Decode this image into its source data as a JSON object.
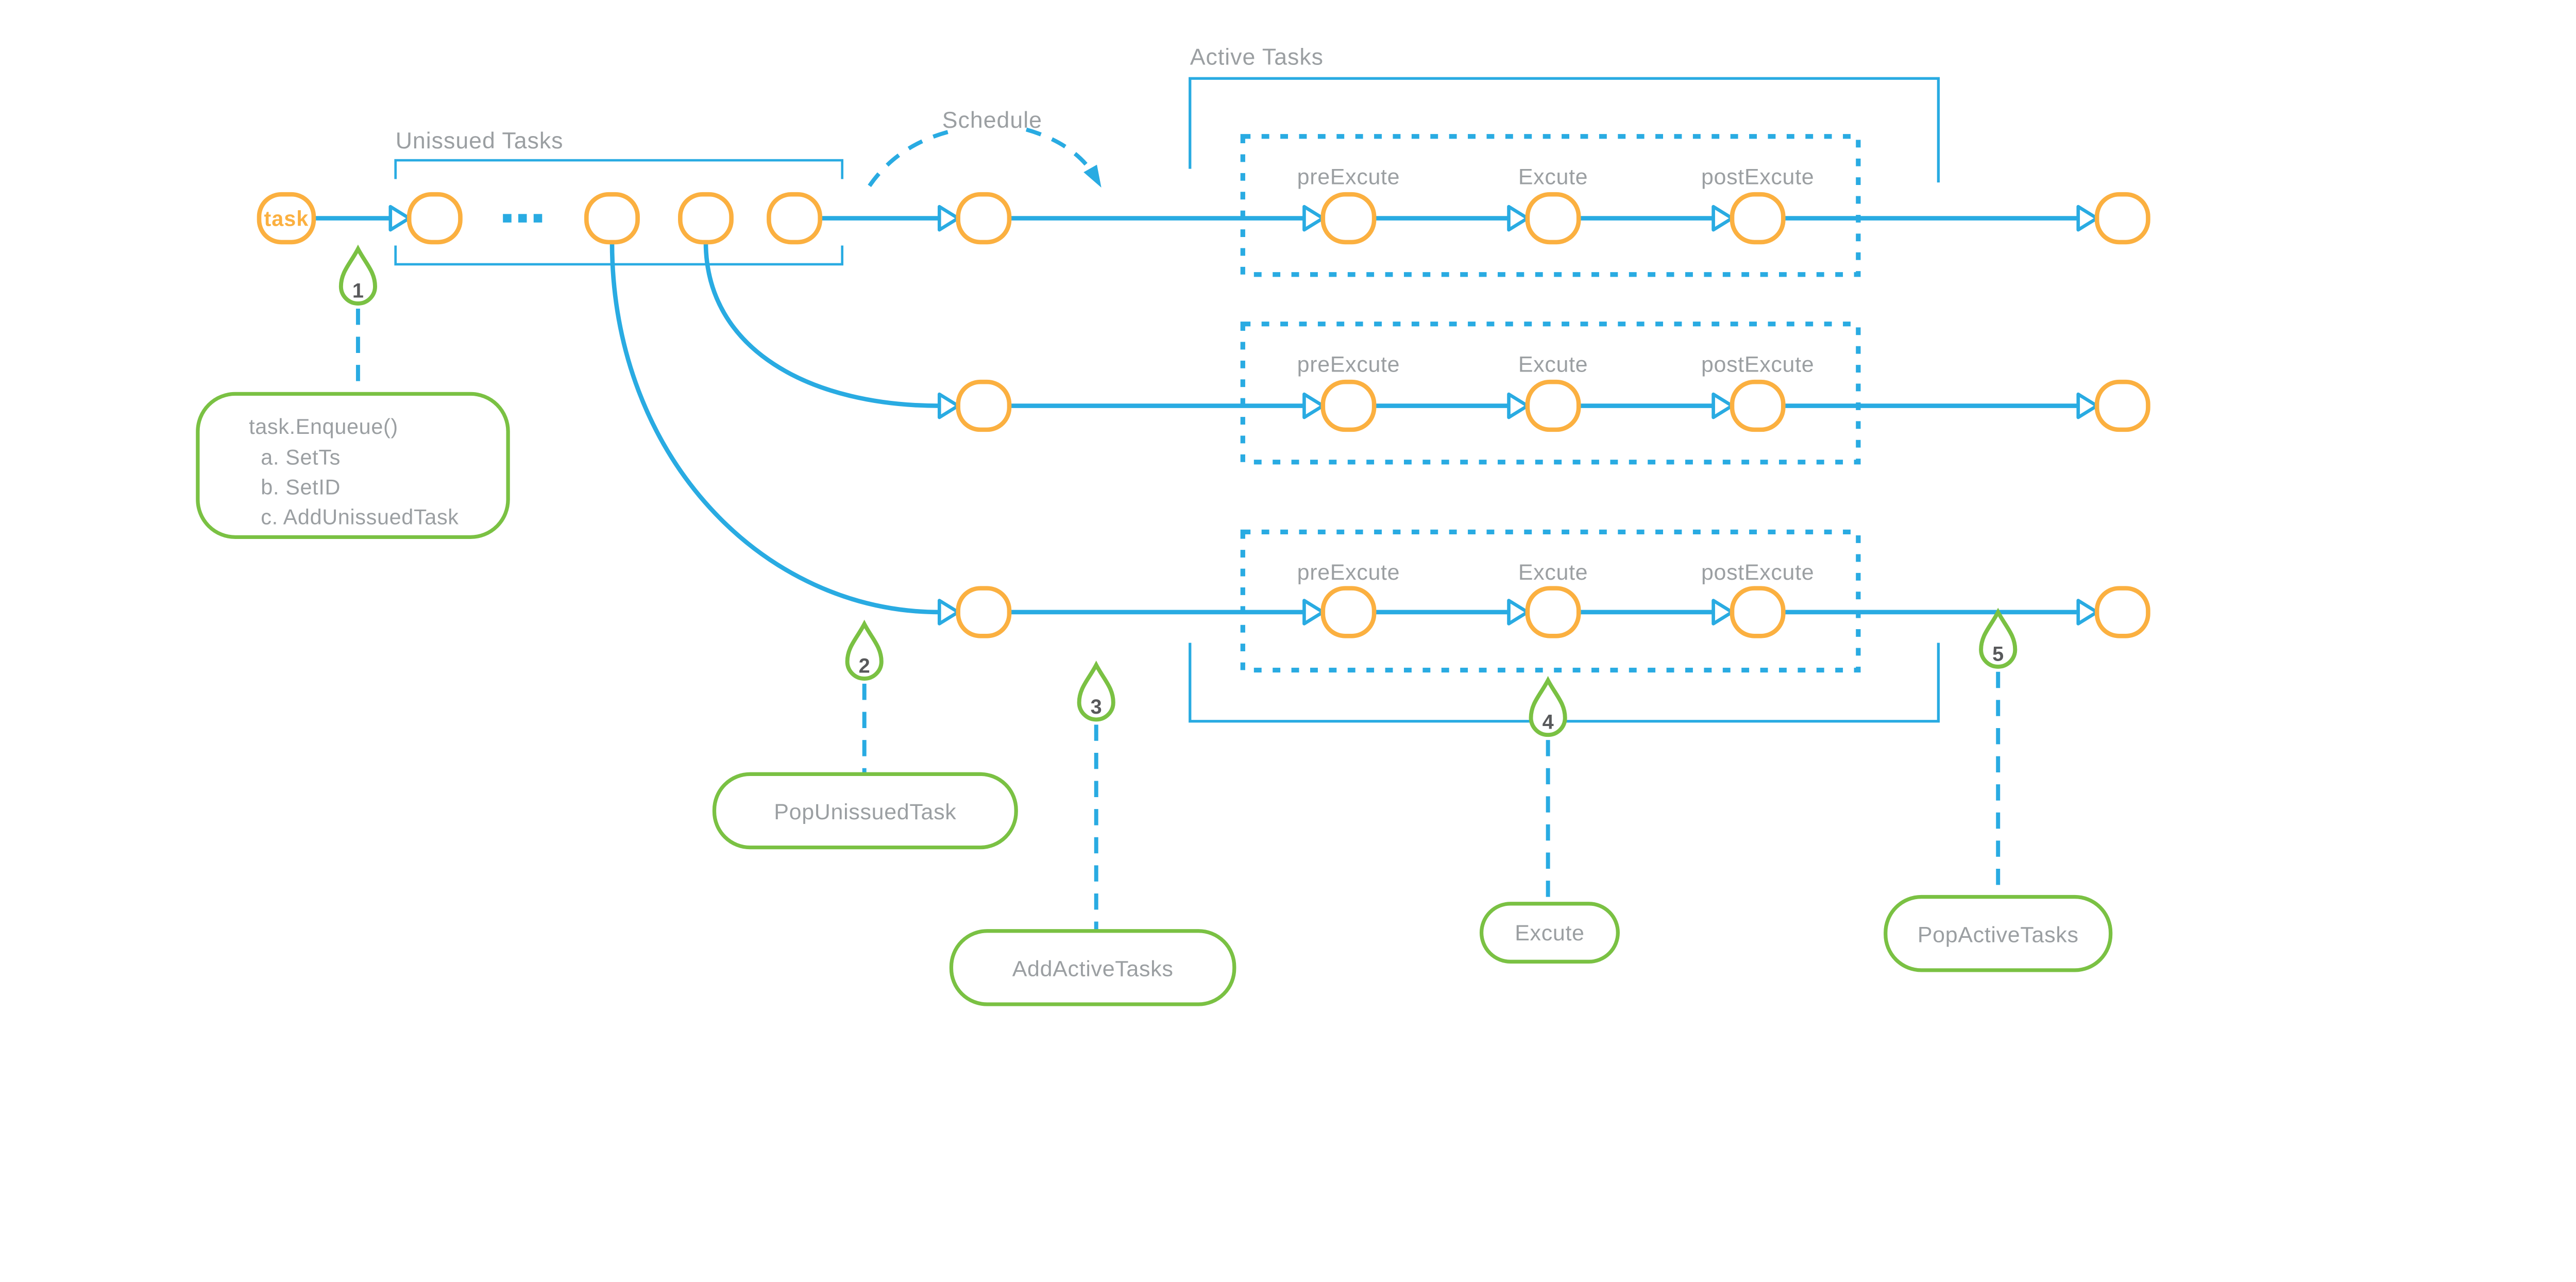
{
  "diagram": {
    "title_labels": {
      "unissued_tasks": "Unissued Tasks",
      "schedule": "Schedule",
      "active_tasks": "Active Tasks"
    },
    "task_node_label": "task",
    "stage_labels": [
      "preExcute",
      "Excute",
      "postExcute"
    ],
    "rows_count": 3,
    "annotations": [
      {
        "num": "1",
        "lines": [
          "task.Enqueue()",
          "a. SetTs",
          "b. SetID",
          "c. AddUnissuedTask"
        ]
      },
      {
        "num": "2",
        "label": "PopUnissuedTask"
      },
      {
        "num": "3",
        "label": "AddActiveTasks"
      },
      {
        "num": "4",
        "label": "Excute"
      },
      {
        "num": "5",
        "label": "PopActiveTasks"
      }
    ],
    "colors": {
      "flow_blue": "#29ABE2",
      "node_orange": "#FBB040",
      "marker_green": "#7AC143",
      "label_gray": "#9B9FA2",
      "number_dark": "#58595B"
    }
  }
}
